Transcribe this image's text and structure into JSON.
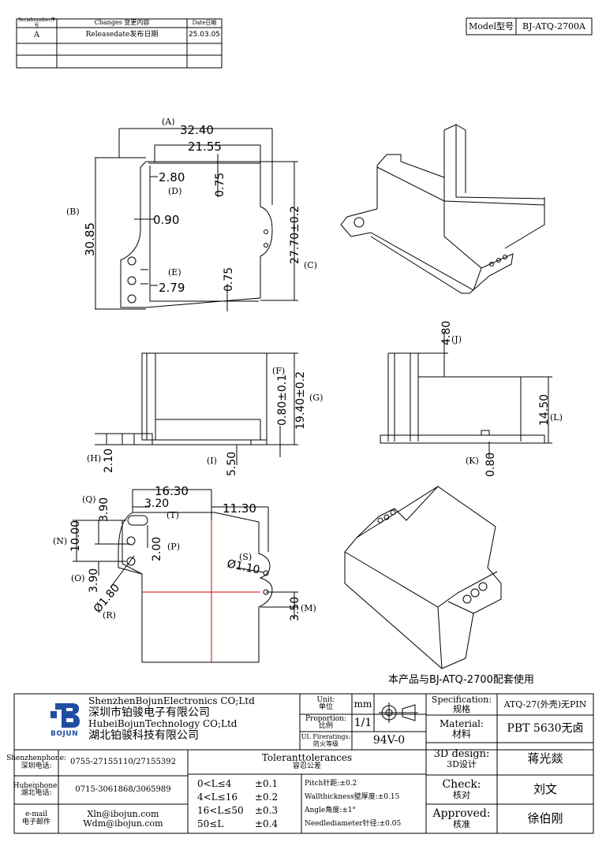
{
  "revision_table": {
    "headers": [
      "Serialnumber序号",
      "Changes 变更内容",
      "Date日期"
    ],
    "rows": [
      [
        "A",
        "Releasedate发布日期",
        "25.03.05"
      ],
      [
        "",
        "",
        ""
      ],
      [
        "",
        "",
        ""
      ]
    ]
  },
  "model": {
    "label": "Model型号",
    "value": "BJ-ATQ-2700A"
  },
  "top_view": {
    "A_label": "(A)",
    "A_value": "32.40",
    "inner_width": "21.55",
    "B_label": "(B)",
    "B_value": "30.85",
    "C_label": "(C)",
    "C_value": "27.70±0.2",
    "D_label": "(D)",
    "D_value": "2.80",
    "E_label": "(E)",
    "E_value": "2.79",
    "wall_value": "0.90",
    "top_075": "0.75",
    "bottom_075": "0.75"
  },
  "front_view": {
    "F_label": "(F)",
    "F_value": "19.40±0.2",
    "G_label": "(G)",
    "G_value": "0.80±0.1",
    "H_label": "(H)",
    "H_value": "2.10",
    "I_label": "(I)",
    "I_value": "5.50"
  },
  "side_view": {
    "J_label": "(J)",
    "J_value": "4.80",
    "L_label": "(L)",
    "L_value": "14.50",
    "K_label": "(K)",
    "K_value": "0.80"
  },
  "bottom_view": {
    "w1630": "16.30",
    "Q_label": "(Q)",
    "Q_value": "3.90",
    "w320": "3.20",
    "T_label": "(T)",
    "w1130": "11.30",
    "N_label": "(N)",
    "N_value": "10.00",
    "P_label": "(P)",
    "P_value": "2.00",
    "O_label": "(O)",
    "O_value": "3.90",
    "R_label": "(R)",
    "R_value": "Ø1.80",
    "S_label": "(S)",
    "S_value": "Ø1.10",
    "M_label": "(M)",
    "M_value": "3.50"
  },
  "note": "本产品与BJ-ATQ-2700配套使用",
  "title_block": {
    "logo_text": "BOJUN",
    "company_en_1": "ShenzhenBojunElectronics CO;Ltd",
    "company_cn_1": "深圳市铂骏电子有限公司",
    "company_en_2": "HubeiBojunTechnology CO;Ltd",
    "company_cn_2": "湖北铂骏科技有限公司",
    "unit_label_en": "Unit:",
    "unit_label_cn": "单位",
    "unit_value": "mm",
    "proportion_label_en": "Proportion:",
    "proportion_label_cn": "比例",
    "proportion_value": "1/1",
    "fire_label_en": "UL Fireratings:",
    "fire_label_cn": "防火等级",
    "fire_value": "94V-0",
    "spec_label_en": "Specification:",
    "spec_label_cn": "规格",
    "spec_value": "ATQ-27(外壳)无PIN",
    "material_label_en": "Material:",
    "material_label_cn": "材料",
    "material_value": "PBT 5630无卤",
    "design_label_en": "3D design:",
    "design_label_cn": "3D设计",
    "design_value": "蒋光燚",
    "check_label_en": "Check:",
    "check_label_cn": "核对",
    "check_value": "刘文",
    "approved_label_en": "Approved:",
    "approved_label_cn": "核准",
    "approved_value": "徐伯刚",
    "shenzhen_phone_label_en": "Shenzhenphone:",
    "shenzhen_phone_label_cn": "深圳电话:",
    "shenzhen_phone_value": "0755-27155110/27155392",
    "hubei_phone_label_en": "Hubeiphone:",
    "hubei_phone_label_cn": "湖北电话:",
    "hubei_phone_value": "0715-3061868/3065989",
    "email_label_en": "e-mail",
    "email_label_cn": "电子邮件",
    "email_1": "Xln@ibojun.com",
    "email_2": "Wdm@ibojun.com",
    "tol_title_en": "Toleranttolerances",
    "tol_title_cn": "容忍公差",
    "tol_ranges": [
      "0<L≤4",
      "4<L≤16",
      "16<L≤50",
      "50≤L"
    ],
    "tol_values": [
      "±0.1",
      "±0.2",
      "±0.3",
      "±0.4"
    ],
    "pitch": "Pitch针距:±0.2",
    "wall": "Wallthickness壁厚度:±0.15",
    "angle": "Angle角度:±1°",
    "needle": "Needlediameter针径:±0.05"
  }
}
